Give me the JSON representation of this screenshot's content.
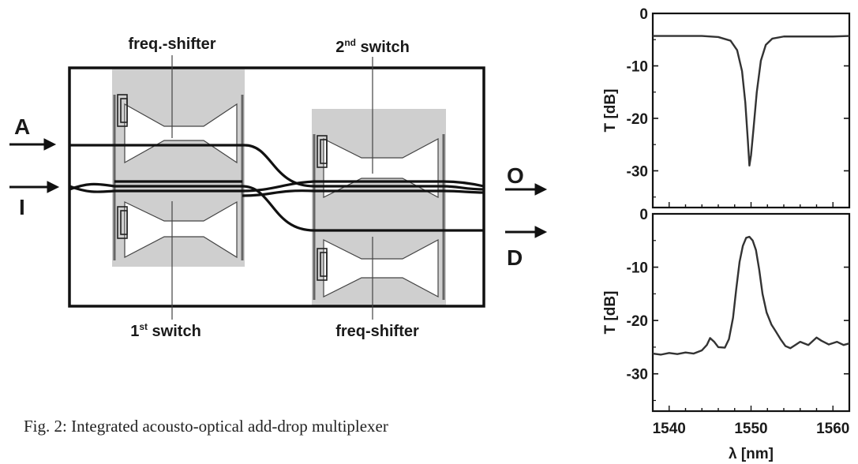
{
  "diagram": {
    "labels": {
      "freq_shifter_top": "freq.-shifter",
      "second_switch_base": "2",
      "second_switch_sup": "nd",
      "second_switch_tail": " switch",
      "first_switch_base": "1",
      "first_switch_sup": "st",
      "first_switch_tail": " switch",
      "freq_shifter_bottom": "freq-shifter"
    },
    "ports": {
      "A": "A",
      "I": "I",
      "O": "O",
      "D": "D"
    },
    "caption": "Fig. 2: Integrated acousto-optical add-drop multiplexer"
  },
  "chart_data": [
    {
      "type": "line",
      "title": "",
      "xlabel": "",
      "ylabel": "T [dB]",
      "xlim": [
        1538,
        1562
      ],
      "ylim": [
        -37,
        0
      ],
      "yticks": [
        0,
        -10,
        -20,
        -30
      ],
      "ytick_labels": [
        "0",
        "-10",
        "-20",
        "-30"
      ],
      "series": [
        {
          "x": [
            1538,
            1544,
            1546,
            1547.5,
            1548.3,
            1548.9,
            1549.3,
            1549.6,
            1549.8,
            1550.0,
            1550.3,
            1550.7,
            1551.2,
            1551.8,
            1552.6,
            1554,
            1556,
            1558,
            1560,
            1562
          ],
          "y": [
            -4.3,
            -4.3,
            -4.5,
            -5.2,
            -7,
            -11,
            -17,
            -24,
            -29,
            -27,
            -22,
            -15,
            -9,
            -6,
            -4.8,
            -4.4,
            -4.4,
            -4.4,
            -4.4,
            -4.3
          ]
        }
      ]
    },
    {
      "type": "line",
      "title": "",
      "xlabel": "λ [nm]",
      "ylabel": "T [dB]",
      "xlim": [
        1538,
        1562
      ],
      "ylim": [
        -37,
        0
      ],
      "xticks": [
        1540,
        1550,
        1560
      ],
      "xtick_labels": [
        "1540",
        "1550",
        "1560"
      ],
      "yticks": [
        0,
        -10,
        -20,
        -30
      ],
      "ytick_labels": [
        "0",
        "-10",
        "-20",
        "-30"
      ],
      "series": [
        {
          "x": [
            1538,
            1539,
            1540,
            1541,
            1542,
            1543,
            1544,
            1544.6,
            1545,
            1545.5,
            1546,
            1546.8,
            1547.3,
            1547.8,
            1548.2,
            1548.6,
            1549.0,
            1549.4,
            1549.8,
            1550.2,
            1550.6,
            1551.0,
            1551.4,
            1551.9,
            1552.5,
            1553.0,
            1553.6,
            1554.2,
            1554.8,
            1555.4,
            1556,
            1557,
            1558,
            1558.6,
            1559.5,
            1560.5,
            1561.3,
            1562
          ],
          "y": [
            -26.2,
            -26.4,
            -26.1,
            -26.3,
            -26.0,
            -26.2,
            -25.6,
            -24.6,
            -23.3,
            -24.0,
            -25.0,
            -25.1,
            -23.5,
            -19.5,
            -14.0,
            -9.0,
            -6.0,
            -4.5,
            -4.3,
            -5.0,
            -6.8,
            -10.5,
            -15.0,
            -18.5,
            -20.8,
            -22.0,
            -23.5,
            -24.8,
            -25.2,
            -24.6,
            -24.0,
            -24.6,
            -23.2,
            -23.8,
            -24.5,
            -24.0,
            -24.6,
            -24.3
          ]
        }
      ]
    }
  ]
}
